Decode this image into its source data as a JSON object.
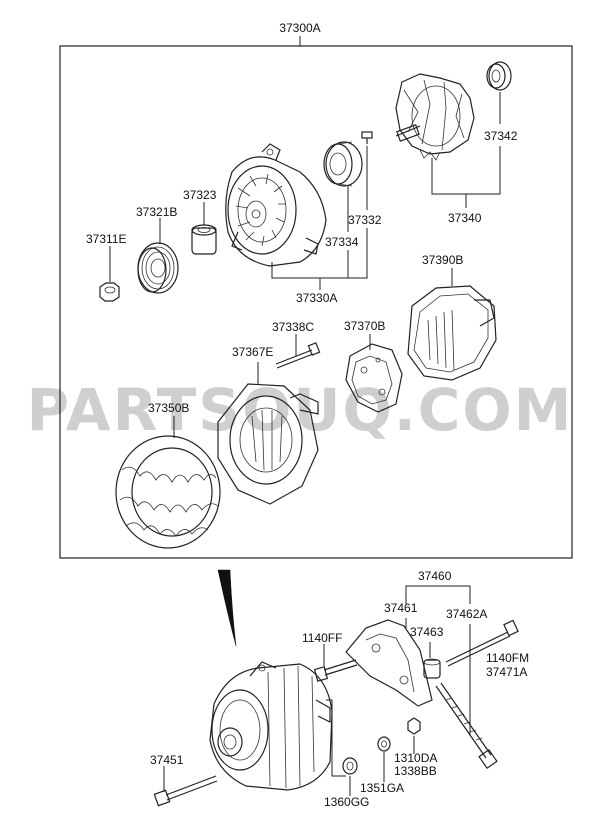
{
  "watermark": "PARTSOUQ.COM",
  "assembly": {
    "code": "37300A"
  },
  "labels": {
    "p37311E": "37311E",
    "p37321B": "37321B",
    "p37323": "37323",
    "p37332": "37332",
    "p37334": "37334",
    "p37330A": "37330A",
    "p37342": "37342",
    "p37340": "37340",
    "p37390B": "37390B",
    "p37338C": "37338C",
    "p37367E": "37367E",
    "p37370B": "37370B",
    "p37350B": "37350B",
    "p37460": "37460",
    "p37461": "37461",
    "p37462A": "37462A",
    "p37463": "37463",
    "p1140FF": "1140FF",
    "p1140FM": "1140FM",
    "p37471A": "37471A",
    "p37451": "37451",
    "p1310DA": "1310DA",
    "p1338BB": "1338BB",
    "p1351GA": "1351GA",
    "p1360GG": "1360GG"
  }
}
